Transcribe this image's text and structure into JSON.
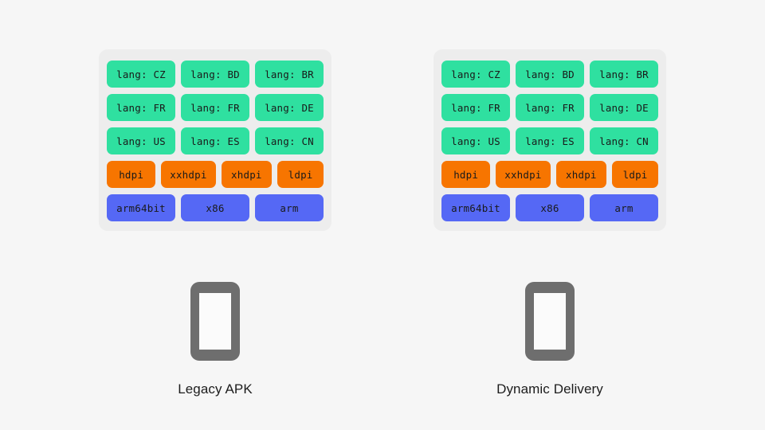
{
  "page": {
    "background_color": "#f6f6f6"
  },
  "colors": {
    "lang_tile": "#2fe0a0",
    "dpi_tile": "#f77500",
    "abi_tile": "#5568f5",
    "panel_background": "#ededed",
    "device_body": "#6e6e6e",
    "device_screen": "#fbfbfb",
    "tile_text": "#1a1a1a",
    "label_text": "#1c1c1c"
  },
  "columns": [
    {
      "name": "legacy-apk",
      "label": "Legacy APK",
      "icon": "smartphone-icon",
      "panel": {
        "rows": [
          {
            "type": "language",
            "tiles": [
              {
                "label": "lang: CZ"
              },
              {
                "label": "lang: BD"
              },
              {
                "label": "lang: BR"
              }
            ]
          },
          {
            "type": "language",
            "tiles": [
              {
                "label": "lang: FR"
              },
              {
                "label": "lang: FR"
              },
              {
                "label": "lang: DE"
              }
            ]
          },
          {
            "type": "language",
            "tiles": [
              {
                "label": "lang: US"
              },
              {
                "label": "lang: ES"
              },
              {
                "label": "lang: CN"
              }
            ]
          },
          {
            "type": "density",
            "tiles": [
              {
                "label": "hdpi"
              },
              {
                "label": "xxhdpi"
              },
              {
                "label": "xhdpi"
              },
              {
                "label": "ldpi"
              }
            ]
          },
          {
            "type": "abi",
            "tiles": [
              {
                "label": "arm64bit"
              },
              {
                "label": "x86"
              },
              {
                "label": "arm"
              }
            ]
          }
        ]
      }
    },
    {
      "name": "dynamic-delivery",
      "label": "Dynamic Delivery",
      "icon": "smartphone-icon",
      "panel": {
        "rows": [
          {
            "type": "language",
            "tiles": [
              {
                "label": "lang: CZ"
              },
              {
                "label": "lang: BD"
              },
              {
                "label": "lang: BR"
              }
            ]
          },
          {
            "type": "language",
            "tiles": [
              {
                "label": "lang: FR"
              },
              {
                "label": "lang: FR"
              },
              {
                "label": "lang: DE"
              }
            ]
          },
          {
            "type": "language",
            "tiles": [
              {
                "label": "lang: US"
              },
              {
                "label": "lang: ES"
              },
              {
                "label": "lang: CN"
              }
            ]
          },
          {
            "type": "density",
            "tiles": [
              {
                "label": "hdpi"
              },
              {
                "label": "xxhdpi"
              },
              {
                "label": "xhdpi"
              },
              {
                "label": "ldpi"
              }
            ]
          },
          {
            "type": "abi",
            "tiles": [
              {
                "label": "arm64bit"
              },
              {
                "label": "x86"
              },
              {
                "label": "arm"
              }
            ]
          }
        ]
      }
    }
  ]
}
